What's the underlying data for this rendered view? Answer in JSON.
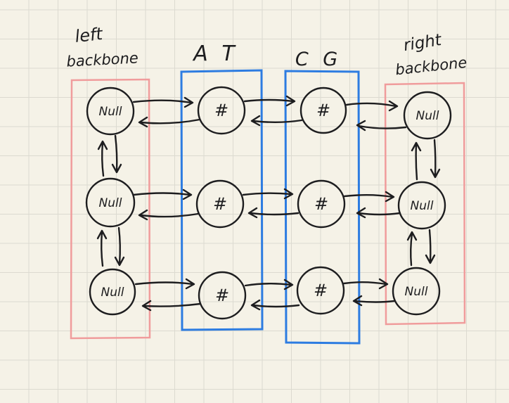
{
  "colors": {
    "background": "#f5f2e7",
    "grid": "#dcdad0",
    "ink": "#1d1d1f",
    "backbone_box": "#f09c9c",
    "base_pair_box": "#2d7ce1"
  },
  "columns": [
    {
      "id": "left-backbone",
      "label_line1": "left",
      "label_line2": "backbone"
    },
    {
      "id": "at",
      "label": "A T"
    },
    {
      "id": "cg",
      "label": "C G"
    },
    {
      "id": "right-backbone",
      "label_line1": "right",
      "label_line2": "backbone"
    }
  ],
  "nodes": {
    "rows": [
      {
        "cells": [
          {
            "label": "Null"
          },
          {
            "label": "#"
          },
          {
            "label": "#"
          },
          {
            "label": "Null"
          }
        ]
      },
      {
        "cells": [
          {
            "label": "Null"
          },
          {
            "label": "#"
          },
          {
            "label": "#"
          },
          {
            "label": "Null"
          }
        ]
      },
      {
        "cells": [
          {
            "label": "Null"
          },
          {
            "label": "#"
          },
          {
            "label": "#"
          },
          {
            "label": "Null"
          }
        ]
      }
    ]
  }
}
